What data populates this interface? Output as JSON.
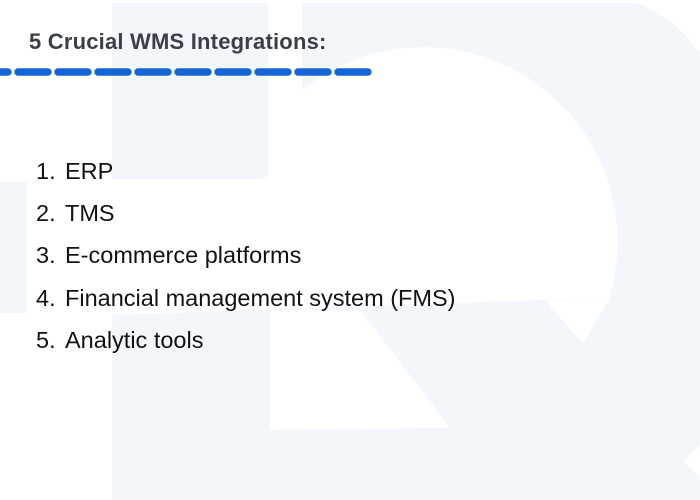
{
  "page": {
    "title": "5 Crucial WMS Integrations:"
  },
  "list": {
    "items": [
      {
        "number": "1.",
        "label": "ERP"
      },
      {
        "number": "2.",
        "label": "TMS"
      },
      {
        "number": "3.",
        "label": "E-commerce platforms"
      },
      {
        "number": "4.",
        "label": "Financial management system (FMS)"
      },
      {
        "number": "5.",
        "label": "Analytic tools"
      }
    ]
  },
  "decor": {
    "divider_style": "dashed",
    "watermark": "letter-d-logo-watermark"
  },
  "colors": {
    "accent_blue": "#1565d8",
    "watermark_light_blue": "#f3f7fc",
    "title_gray": "#3b4046",
    "text_black": "#101215",
    "background": "#ffffff"
  }
}
